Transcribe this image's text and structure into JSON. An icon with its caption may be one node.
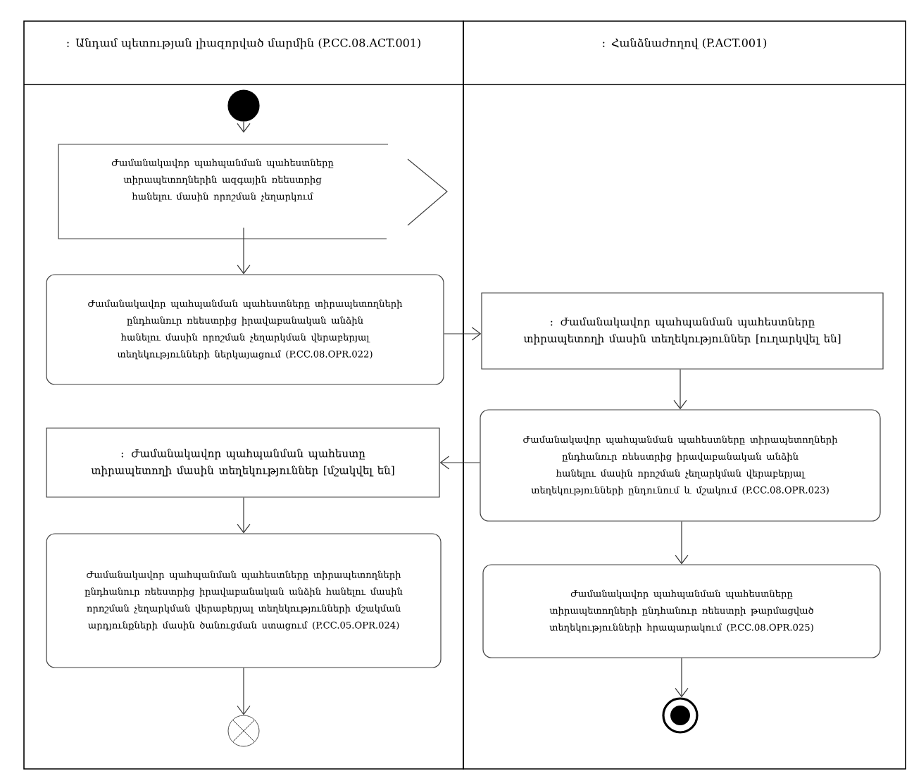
{
  "diagram": {
    "nodes": [
      {
        "text": [
          ": Անդամ պետության լիազորված մարմին  (P.CC.08.ACT.001)"
        ]
      },
      {
        "text": [
          ": Հանձնաժողով (P.ACT.001)"
        ]
      },
      {
        "text": [],
        "shape": "circle",
        "in": 0
      },
      {
        "text": [
          "Ժամանակավոր պահպանման պահեստները տիրապետողներին ազգային ռեեստրից հանելու մասին որոշման չեղարկում"
        ],
        "in": 0
      },
      {
        "text": [
          "Ժամանակավոր պահպանման պահեստները տիրապետողների ընդհանուր ռեեստրից իրավաբանական անձին հանելու մասին որոշման չեղարկման վերաբերյալ տեղեկությունների ներկայացում (P.CC.08.OPR.022)"
        ],
        "in": 0
      },
      {
        "text": [
          ": Ժամանակավոր պահպանման պահեստները տիրապետողի մասին տեղեկություններ [ուղարկվել են]"
        ],
        "in": 1
      },
      {
        "text": [
          "Ժամանակավոր պահպանման պահեստները տիրապետողների ընդհանուր ռեեստրից իրավաբանական անձին հանելու մասին որոշման չեղարկման վերաբերյալ տեղեկությունների ընդունում և մշակում (P.CC.08.OPR.023)"
        ],
        "in": 1
      },
      {
        "text": [
          ": Ժամանակավոր պահպանման պահեստը տիրապետողի մասին տեղեկություններ [մշակվել են]"
        ],
        "in": 0
      },
      {
        "text": [
          "Ժամանակավոր պահպանման պահեստները տիրապետողների ընդհանուր ռեեստրից իրավաբանական անձին հանելու մասին որոշման չեղարկման վերաբերյալ տեղեկությունների մշակման  արդյունքների մասին ծանուցման ստացում (P.CC.05.OPR.024)"
        ],
        "in": 0
      },
      {
        "text": [],
        "shape": "circle",
        "in": 0
      },
      {
        "text": [
          "Ժամանակավոր պահպանման պահեստները տիրապետողների ընդհանուր ռեեստրի թարմացված տեղեկությունների հրապարակում (P.CC.08.OPR.025)"
        ],
        "in": 1
      },
      {
        "text": [],
        "shape": "circle",
        "in": 1
      }
    ],
    "edges": [
      {
        "from": 2,
        "to": 3,
        "arrow": "to"
      },
      {
        "from": 3,
        "to": 4,
        "arrow": "to"
      },
      {
        "from": 4,
        "to": 5,
        "arrow": "to"
      },
      {
        "from": 5,
        "to": 6,
        "arrow": "to"
      },
      {
        "from": 6,
        "to": 7,
        "arrow": "to"
      },
      {
        "from": 7,
        "to": 8,
        "arrow": "to"
      },
      {
        "from": 8,
        "to": 9,
        "arrow": "to"
      },
      {
        "from": 6,
        "to": 10,
        "arrow": "to"
      },
      {
        "from": 10,
        "to": 11,
        "arrow": "to"
      }
    ]
  }
}
